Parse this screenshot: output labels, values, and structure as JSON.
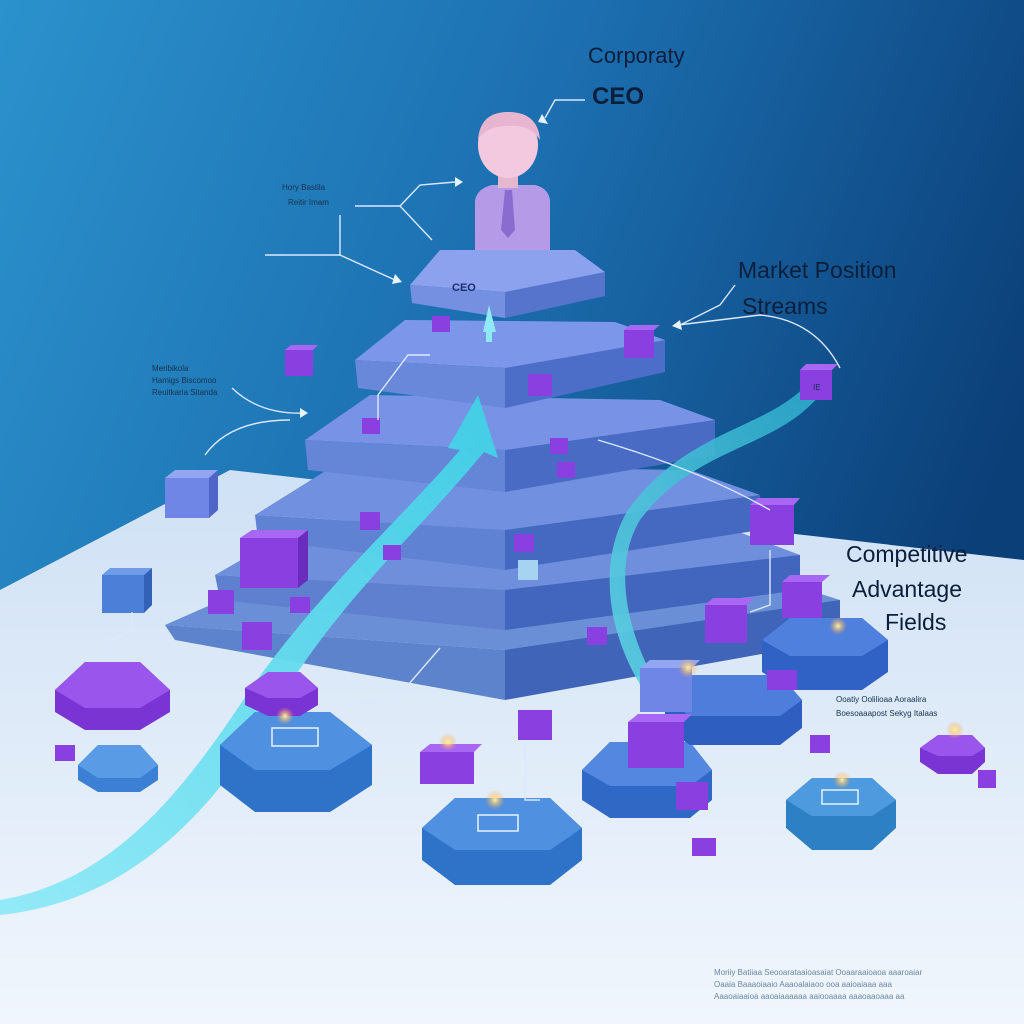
{
  "labels": {
    "corporate": "Corporaty",
    "ceo": "CEO",
    "apex": "CEO",
    "market_line1": "Market Position",
    "market_line2": "Streams",
    "competitive_line1": "Competitive",
    "competitive_line2": "Advantage",
    "competitive_line3": "Fields",
    "left_note_upper_line1": "Hory Bastila",
    "left_note_upper_line2": "Reitir Imam",
    "left_note_mid_line1": "Meribikola",
    "left_note_mid_line2": "Hamigs Biscomoo",
    "left_note_mid_line3": "Reuitkaria Sitanda",
    "right_note_line1": "Ooatiy Oolilioaa Aoraalira",
    "right_note_line2": "Boesoaaapost Sekyg Italaas",
    "footer_line1": "Moriiy Batiiaa Seooarataaioasaiat Ooaaraaioaoa aaaroaiar",
    "footer_line2": "Oaaia Baaaoiaaio Aaaoalaiaoo ooa aaioaiaaa aaa",
    "footer_line3": "Aaaoaiaaioa aaoaiaaaaaa aaiooaaaa aaaoaaoaaa aa"
  },
  "colors": {
    "background_top": "#1a7fbf",
    "background_deep": "#0b3f78",
    "floor": "#e4eefa",
    "tier_top": "#6f86e6",
    "tier_front": "#4c6fcf",
    "cube": "#8a3fe0",
    "platform": "#3a7ed1",
    "arrow": "#6fe0f0",
    "text": "#0b1f3a"
  },
  "icons": {
    "ceo_figure": "person-bust-icon",
    "growth_arrow": "rising-arrow-icon",
    "cubes": "data-cube-icon",
    "platforms": "hexagon-platform-icon"
  }
}
